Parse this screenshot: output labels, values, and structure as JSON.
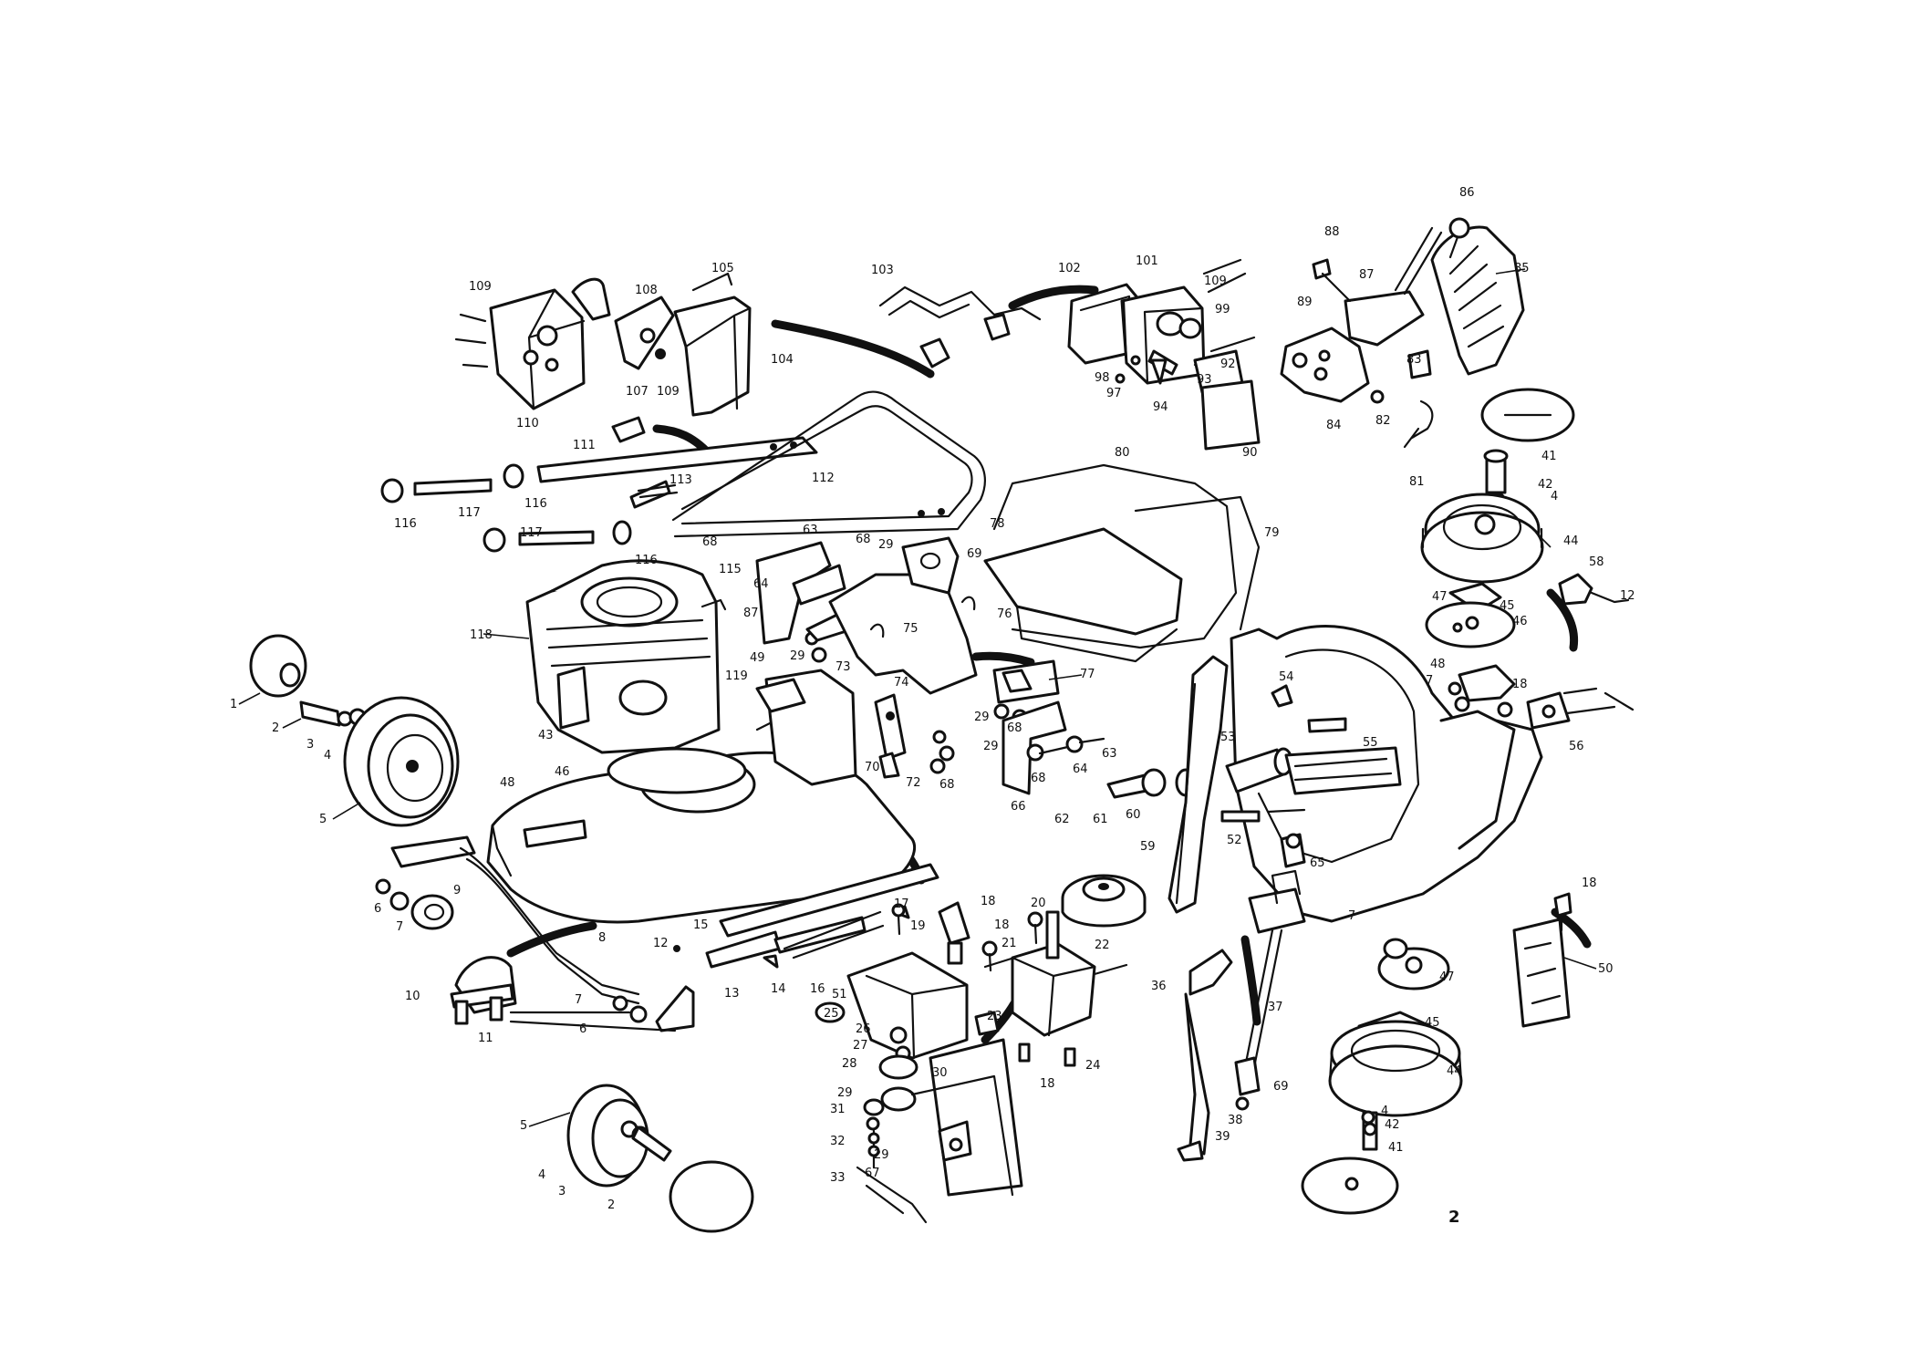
{
  "diagram": {
    "page_number": "2",
    "colors": {
      "ink": "#111111",
      "paper": "#ffffff"
    },
    "callouts": [
      "1",
      "2",
      "3",
      "4",
      "5",
      "2",
      "3",
      "4",
      "5",
      "6",
      "7",
      "6",
      "7",
      "8",
      "9",
      "10",
      "11",
      "12",
      "13",
      "14",
      "15",
      "16",
      "17",
      "18",
      "19",
      "18",
      "20",
      "21",
      "22",
      "23",
      "24",
      "18",
      "25",
      "26",
      "27",
      "28",
      "29",
      "30",
      "31",
      "32",
      "33",
      "29",
      "36",
      "37",
      "38",
      "39",
      "69",
      "41",
      "42",
      "4",
      "44",
      "45",
      "46",
      "47",
      "48",
      "7",
      "18",
      "56",
      "58",
      "12",
      "43",
      "46",
      "48",
      "49",
      "119",
      "118",
      "50",
      "51",
      "52",
      "53",
      "54",
      "55",
      "59",
      "60",
      "61",
      "62",
      "63",
      "63",
      "64",
      "64",
      "65",
      "66",
      "68",
      "68",
      "29",
      "68",
      "69",
      "70",
      "72",
      "73",
      "74",
      "75",
      "76",
      "77",
      "78",
      "79",
      "80",
      "81",
      "82",
      "83",
      "84",
      "85",
      "86",
      "87",
      "88",
      "89",
      "90",
      "93",
      "94",
      "97",
      "98",
      "99",
      "92",
      "101",
      "102",
      "103",
      "104",
      "105",
      "107",
      "108",
      "109",
      "109",
      "109",
      "110",
      "111",
      "112",
      "113",
      "115",
      "116",
      "116",
      "116",
      "117",
      "117",
      "7",
      "47",
      "45",
      "44",
      "4",
      "42",
      "41",
      "18",
      "68",
      "29",
      "29",
      "29",
      "68",
      "87",
      "67"
    ]
  }
}
